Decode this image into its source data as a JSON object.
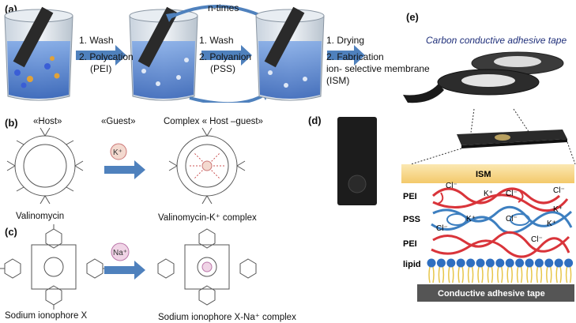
{
  "panels": {
    "a": {
      "label": "(a)",
      "step1": {
        "line1": "1. Wash",
        "line2": "2. Polycation",
        "line3": "(PEI)"
      },
      "loop": "n-times",
      "step2": {
        "line1": "1. Wash",
        "line2": "2. Polyanion",
        "line3": "(PSS)"
      },
      "step3": {
        "line1": "1. Drying",
        "line2": "2. Fabrication",
        "line3": "ion- selective membrane",
        "line4": "(ISM)"
      }
    },
    "b": {
      "label": "(b)",
      "host": "«Host»",
      "guest": "«Guest»",
      "complex": "Complex « Host –guest»",
      "ion": "K⁺",
      "left_caption": "Valinomycin",
      "right_caption": "Valinomycin-K⁺ complex"
    },
    "c": {
      "label": "(c)",
      "ion": "Na⁺",
      "left_caption": "Sodium ionophore X",
      "right_caption": "Sodium ionophore X-Na⁺ complex"
    },
    "d": {
      "label": "(d)"
    },
    "e": {
      "label": "(e)",
      "tape_title": "Carbon conductive adhesive tape",
      "layers": {
        "ism": "ISM",
        "pei_top": "PEI",
        "pss": "PSS",
        "pei_bottom": "PEI",
        "lipid": "lipid",
        "base": "Conductive adhesive tape"
      },
      "ions": {
        "cl": "Cl⁻",
        "k": "K⁺"
      }
    }
  },
  "colors": {
    "arrow": "#4f81bd",
    "water": "#4a78c8",
    "pei_line": "#d9343a",
    "pss_line": "#3d7fc0",
    "ism_band": "#f5d27a",
    "lipid_head": "#2f6fc0",
    "lipid_tail": "#e7c64a",
    "base": "#555555"
  }
}
